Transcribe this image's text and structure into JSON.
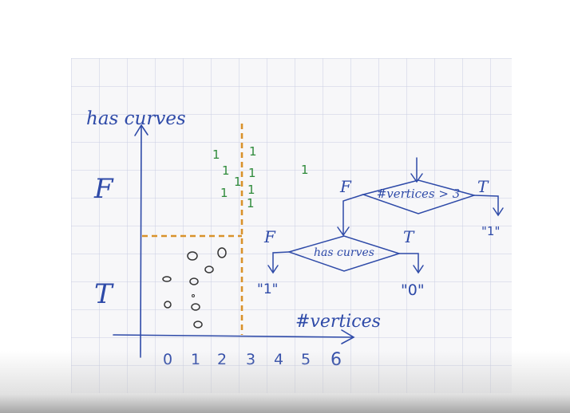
{
  "axes": {
    "y_label": "has curves",
    "x_label": "#vertices",
    "y_ticks": [
      "T",
      "F"
    ],
    "x_ticks": [
      "0",
      "1",
      "2",
      "3",
      "4",
      "5",
      "6"
    ]
  },
  "marks": {
    "ones": [
      "1",
      "1",
      "1",
      "1",
      "1",
      "1",
      "1",
      "1",
      "1"
    ],
    "zeros": [
      "o",
      "o",
      "o",
      "o",
      "o",
      "o",
      "o",
      "o",
      "o"
    ]
  },
  "tree": {
    "root_test": "#vertices > 3",
    "root_false": "F",
    "root_true": "T",
    "root_true_leaf": "\"1\"",
    "child_test": "has curves",
    "child_false": "F",
    "child_true": "T",
    "child_false_leaf": "\"1\"",
    "child_true_leaf": "\"0\""
  },
  "colors": {
    "ink": "#2e4aa8",
    "ones": "#2e8a3a",
    "boundary": "#d9922b",
    "grid": "#c9cde3",
    "paper": "#f7f7f9"
  }
}
